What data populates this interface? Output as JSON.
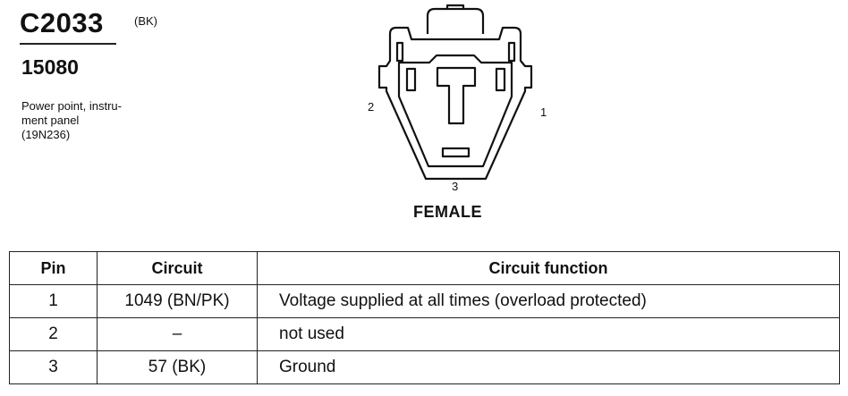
{
  "connector": {
    "id": "C2033",
    "color_code": "(BK)",
    "part_number": "15080",
    "description_lines": [
      "Power point, instru-",
      "ment panel",
      "(19N236)"
    ],
    "gender": "FEMALE",
    "pin_labels": {
      "pin_1": "1",
      "pin_2": "2",
      "pin_3": "3"
    }
  },
  "table": {
    "headers": [
      "Pin",
      "Circuit",
      "Circuit function"
    ],
    "rows": [
      {
        "pin": "1",
        "circuit": "1049 (BN/PK)",
        "function": "Voltage supplied at all times (overload protected)"
      },
      {
        "pin": "2",
        "circuit": "–",
        "function": "not used"
      },
      {
        "pin": "3",
        "circuit": "57 (BK)",
        "function": "Ground"
      }
    ]
  }
}
